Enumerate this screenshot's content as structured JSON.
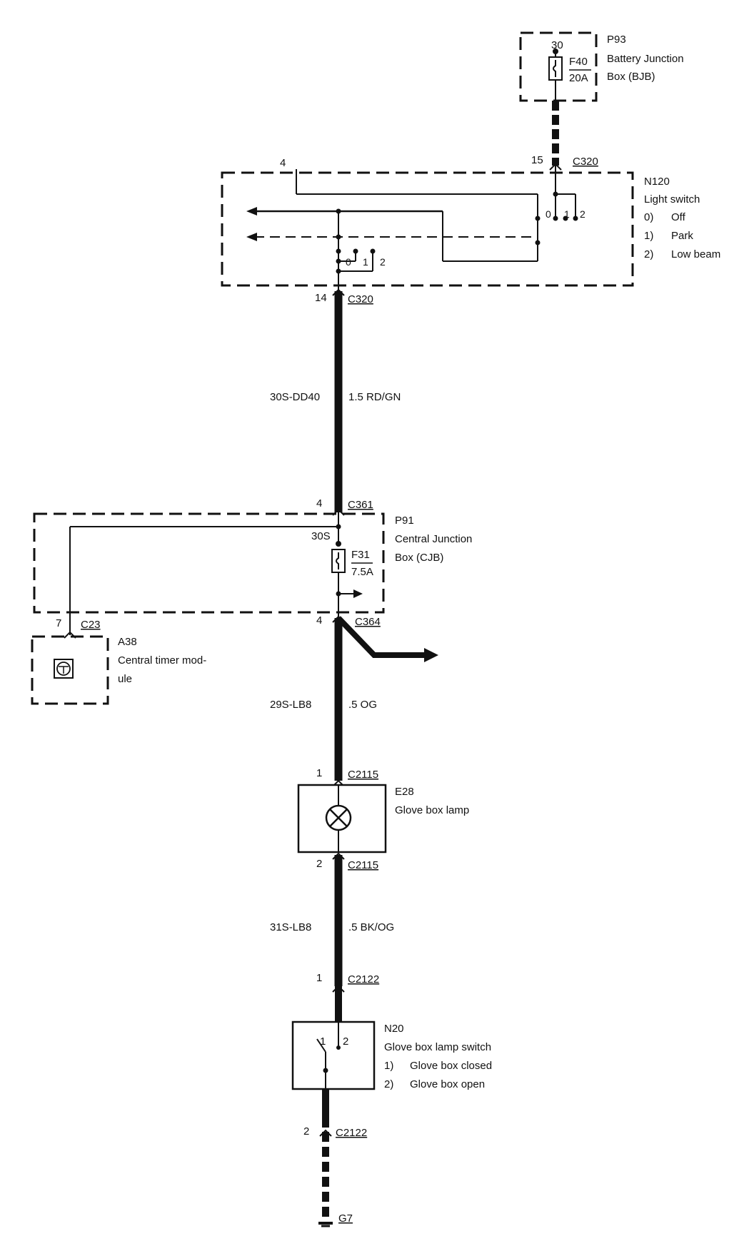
{
  "components": {
    "p93": {
      "id": "P93",
      "name_line1": "Battery Junction",
      "name_line2": "Box (BJB)",
      "terminal": "30",
      "fuse_id": "F40",
      "fuse_rating": "20A"
    },
    "n120": {
      "id": "N120",
      "name": "Light switch",
      "positions": [
        {
          "num": "0)",
          "label": "Off"
        },
        {
          "num": "1)",
          "label": "Park"
        },
        {
          "num": "2)",
          "label": "Low beam"
        }
      ],
      "pin_top_left": "4",
      "pin_top_right": "15",
      "connector_top": "C320",
      "pin_bottom": "14",
      "connector_bottom": "C320",
      "switch_a": [
        "0",
        "1",
        "2"
      ],
      "switch_b": [
        "0",
        "1",
        "2"
      ]
    },
    "p91": {
      "id": "P91",
      "name_line1": "Central Junction",
      "name_line2": "Box (CJB)",
      "terminal": "30S",
      "fuse_id": "F31",
      "fuse_rating": "7.5A",
      "pin_top": "4",
      "connector_top": "C361",
      "pin_bottom": "4",
      "connector_bottom": "C364"
    },
    "a38": {
      "id": "A38",
      "name_line1": "Central timer mod-",
      "name_line2": "ule",
      "pin": "7",
      "connector": "C23"
    },
    "e28": {
      "id": "E28",
      "name": "Glove box lamp",
      "pin_top": "1",
      "connector_top": "C2115",
      "pin_bottom": "2",
      "connector_bottom": "C2115"
    },
    "n20": {
      "id": "N20",
      "name": "Glove box lamp switch",
      "pin_top": "1",
      "connector_top": "C2122",
      "pin_bottom": "2",
      "connector_bottom": "C2122",
      "contact_1": "1",
      "contact_2": "2",
      "positions": [
        {
          "num": "1)",
          "label": "Glove box closed"
        },
        {
          "num": "2)",
          "label": "Glove box open"
        }
      ]
    },
    "ground": {
      "id": "G7"
    }
  },
  "wires": {
    "w1": {
      "circuit": "30S-DD40",
      "spec": "1.5 RD/GN"
    },
    "w2": {
      "circuit": "29S-LB8",
      "spec": ".5 OG"
    },
    "w3": {
      "circuit": "31S-LB8",
      "spec": ".5 BK/OG"
    }
  }
}
